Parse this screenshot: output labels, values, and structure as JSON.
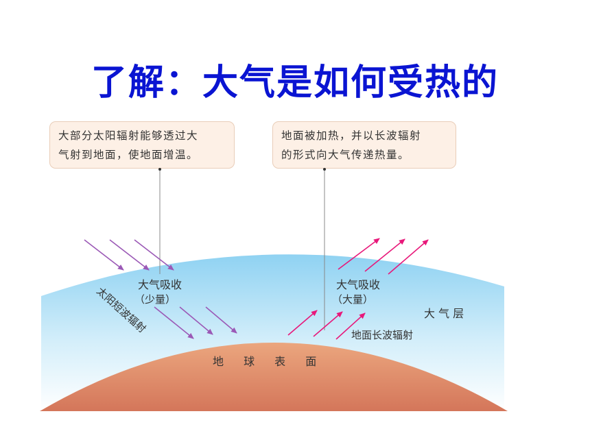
{
  "title": "了解：大气是如何受热的",
  "callout_left": {
    "line1": "大部分太阳辐射能够透过大",
    "line2": "气射到地面，使地面增温。"
  },
  "callout_right": {
    "line1": "地面被加热，并以长波辐射",
    "line2": "的形式向大气传递热量。"
  },
  "labels": {
    "absorb_left": "大气吸收",
    "absorb_left_amount": "（少量）",
    "absorb_right": "大气吸收",
    "absorb_right_amount": "（大量）",
    "solar_radiation": "太阳短波辐射",
    "ground_radiation": "地面长波辐射",
    "atmosphere": "大 气 层",
    "earth_surface": "地 球 表 面"
  },
  "colors": {
    "title": "#0a14d2",
    "solar_arrow": "#9b59b6",
    "ground_arrow": "#e8187a",
    "atmosphere_top": "#9fd8f3",
    "earth_top": "#e8a27a",
    "earth_bottom": "#d8795a"
  }
}
